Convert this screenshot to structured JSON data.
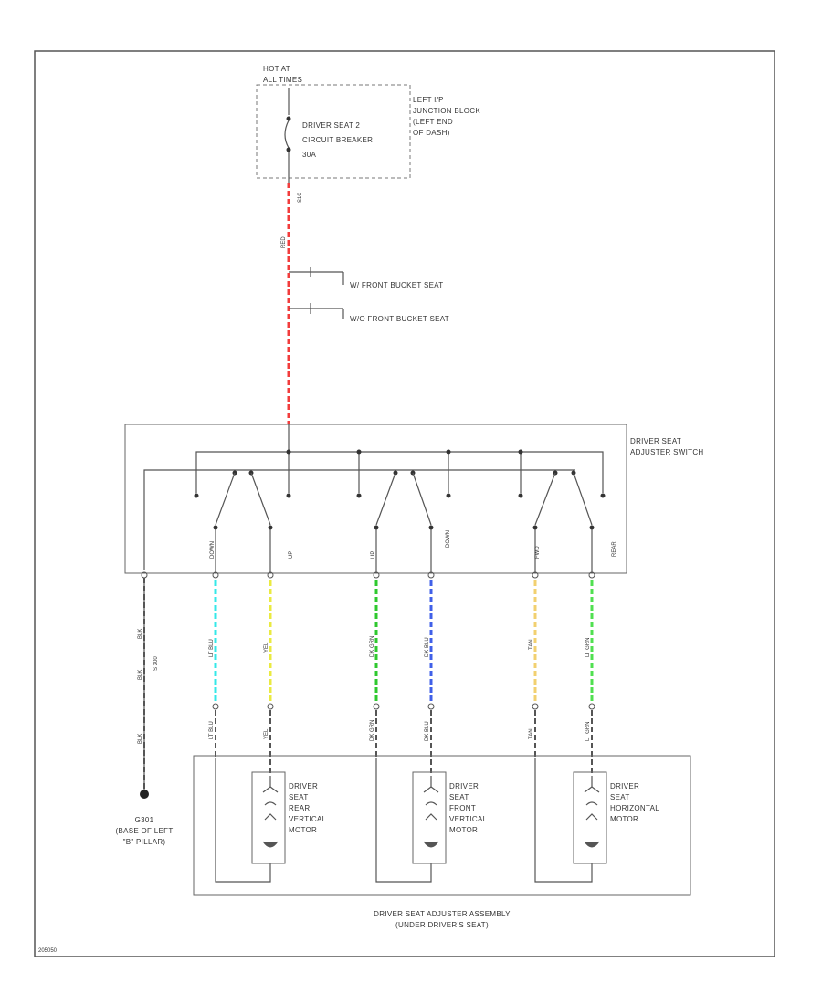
{
  "colors": {
    "frame": "#555555",
    "red_wire": "#f23c3c",
    "cyan_wire": "#35e8e8",
    "yellow_wire": "#eaea40",
    "green_wire": "#2ec82e",
    "blue_wire": "#4060e8",
    "lt_yellow_wire": "#f2d070",
    "lt_green_wire": "#50e050"
  },
  "fuse_block": {
    "hot_line1": "HOT AT",
    "hot_line2": "ALL TIMES",
    "breaker_line1": "DRIVER SEAT 2",
    "breaker_line2": "CIRCUIT BREAKER",
    "breaker_line3": "30A",
    "location_line1": "LEFT I/P",
    "location_line2": "JUNCTION BLOCK",
    "location_line3": "(LEFT END",
    "location_line4": "OF DASH)"
  },
  "main_wire_label": "RED",
  "main_wire_circuit": "S10",
  "branches": [
    "W/ FRONT BUCKET SEAT",
    "W/O FRONT BUCKET SEAT"
  ],
  "switch": {
    "label_line1": "DRIVER SEAT",
    "label_line2": "ADJUSTER SWITCH",
    "positions": [
      "DOWN",
      "UP",
      "UP",
      "DOWN",
      "FWD",
      "REAR"
    ]
  },
  "wires": [
    {
      "color": "BLK"
    },
    {
      "color": "LT BLU"
    },
    {
      "color": "YEL"
    },
    {
      "color": "DK GRN"
    },
    {
      "color": "DK BLU"
    },
    {
      "color": "TAN"
    },
    {
      "color": "LT GRN"
    }
  ],
  "ground_wire_circuit": "S 300",
  "ground": {
    "id": "G301",
    "line1": "(BASE OF LEFT",
    "line2": "\"B\" PILLAR)"
  },
  "motors": [
    {
      "line1": "DRIVER",
      "line2": "SEAT",
      "line3": "REAR",
      "line4": "VERTICAL",
      "line5": "MOTOR"
    },
    {
      "line1": "DRIVER",
      "line2": "SEAT",
      "line3": "FRONT",
      "line4": "VERTICAL",
      "line5": "MOTOR"
    },
    {
      "line1": "DRIVER",
      "line2": "SEAT",
      "line3": "HORIZONTAL",
      "line4": "MOTOR",
      "line5": ""
    }
  ],
  "assembly": {
    "line1": "DRIVER SEAT ADJUSTER ASSEMBLY",
    "line2": "(UNDER DRIVER'S SEAT)"
  },
  "figure_id": "205050"
}
